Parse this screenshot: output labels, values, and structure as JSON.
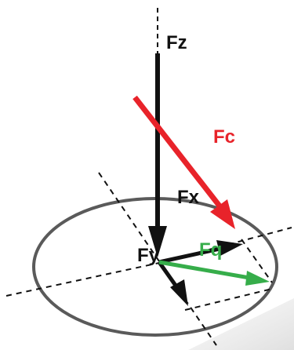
{
  "labels": {
    "fz": "Fz",
    "fc": "Fc",
    "fx": "Fx",
    "fy": "Fy",
    "fq": "Fq"
  },
  "colors": {
    "black": "#111111",
    "red": "#e8232a",
    "green": "#36ad4a",
    "ellipse_stroke": "#5a5a5a"
  }
}
